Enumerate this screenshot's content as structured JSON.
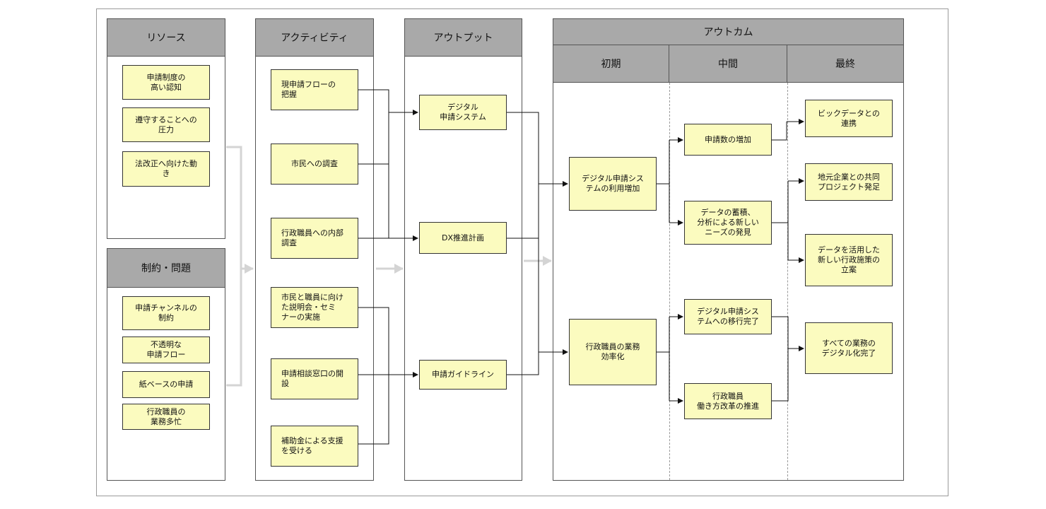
{
  "resources": {
    "header": "リソース",
    "items": [
      "申請制度の\n高い認知",
      "遵守することへの\n圧力",
      "法改正へ向けた動\nき"
    ]
  },
  "constraints": {
    "header": "制約・問題",
    "items": [
      "申請チャンネルの\n制約",
      "不透明な\n申請フロー",
      "紙ベースの申請",
      "行政職員の\n業務多忙"
    ]
  },
  "activities": {
    "header": "アクティビティ",
    "items": [
      "現申請フローの\n把握",
      "市民への調査",
      "行政職員への内部\n調査",
      "市民と職員に向け\nた説明会・セミ\nナーの実施",
      "申請相談窓口の開\n設",
      "補助金による支援\nを受ける"
    ]
  },
  "outputs": {
    "header": "アウトプット",
    "items": [
      "デジタル\n申請システム",
      "DX推進計画",
      "申請ガイドライン"
    ]
  },
  "outcomes": {
    "header": "アウトカム",
    "initial": {
      "header": "初期",
      "items": [
        "デジタル申請シス\nテムの利用増加",
        "行政職員の業務\n効率化"
      ]
    },
    "middle": {
      "header": "中間",
      "items": [
        "申請数の増加",
        "データの蓄積、\n分析による新しい\nニーズの発見",
        "デジタル申請シス\nテムへの移行完了",
        "行政職員\n働き方改革の推進"
      ]
    },
    "final": {
      "header": "最終",
      "items": [
        "ビックデータとの\n連携",
        "地元企業との共同\nプロジェクト発足",
        "データを活用した\n新しい行政施策の\n立案",
        "すべての業務の\nデジタル化完了"
      ]
    }
  },
  "colors": {
    "header_fill": "#a9a9a9",
    "box_fill": "#fbfbbf",
    "flow_arrow": "#d4d4d4",
    "line": "#111111"
  }
}
